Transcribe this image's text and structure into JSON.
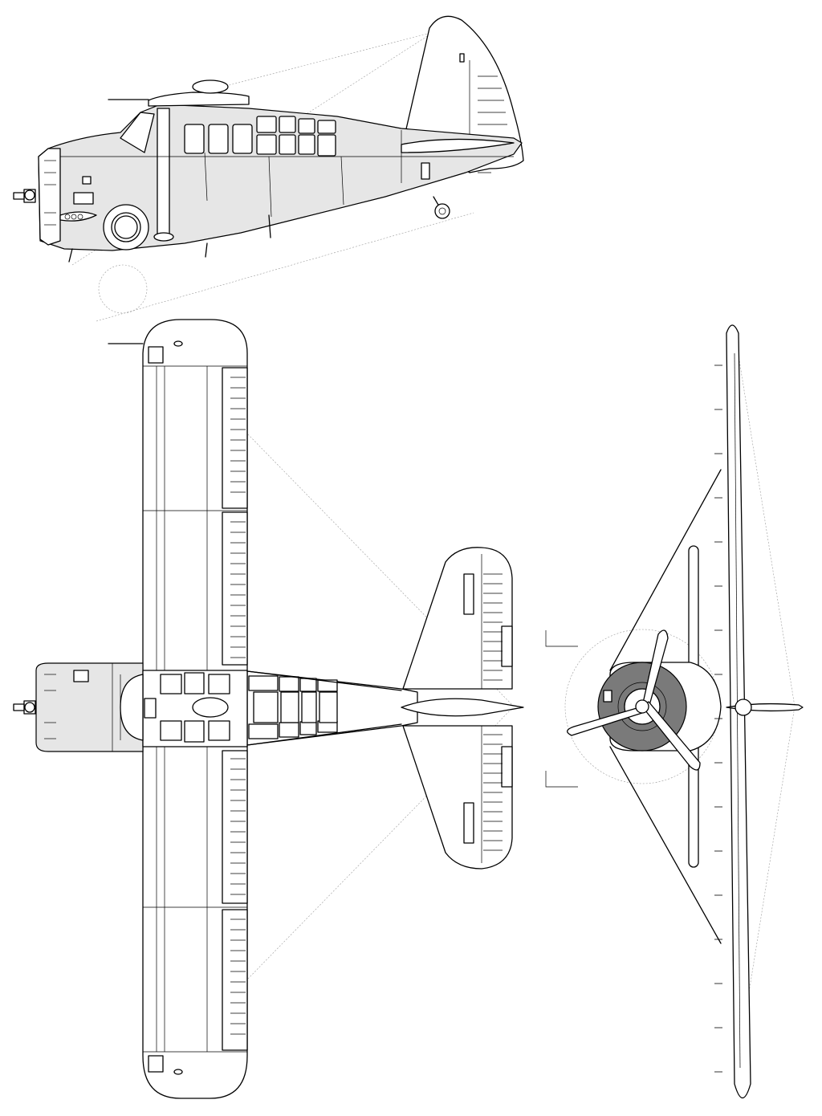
{
  "drawing": {
    "views": [
      {
        "id": "side-view"
      },
      {
        "id": "top-view"
      },
      {
        "id": "front-view"
      }
    ],
    "colors": {
      "line": "#000000",
      "fuselage_fill": "#e6e6e6",
      "cowling_fill": "#7a7a7a",
      "construction_line": "#9a9a9a",
      "background": "#ffffff"
    }
  }
}
